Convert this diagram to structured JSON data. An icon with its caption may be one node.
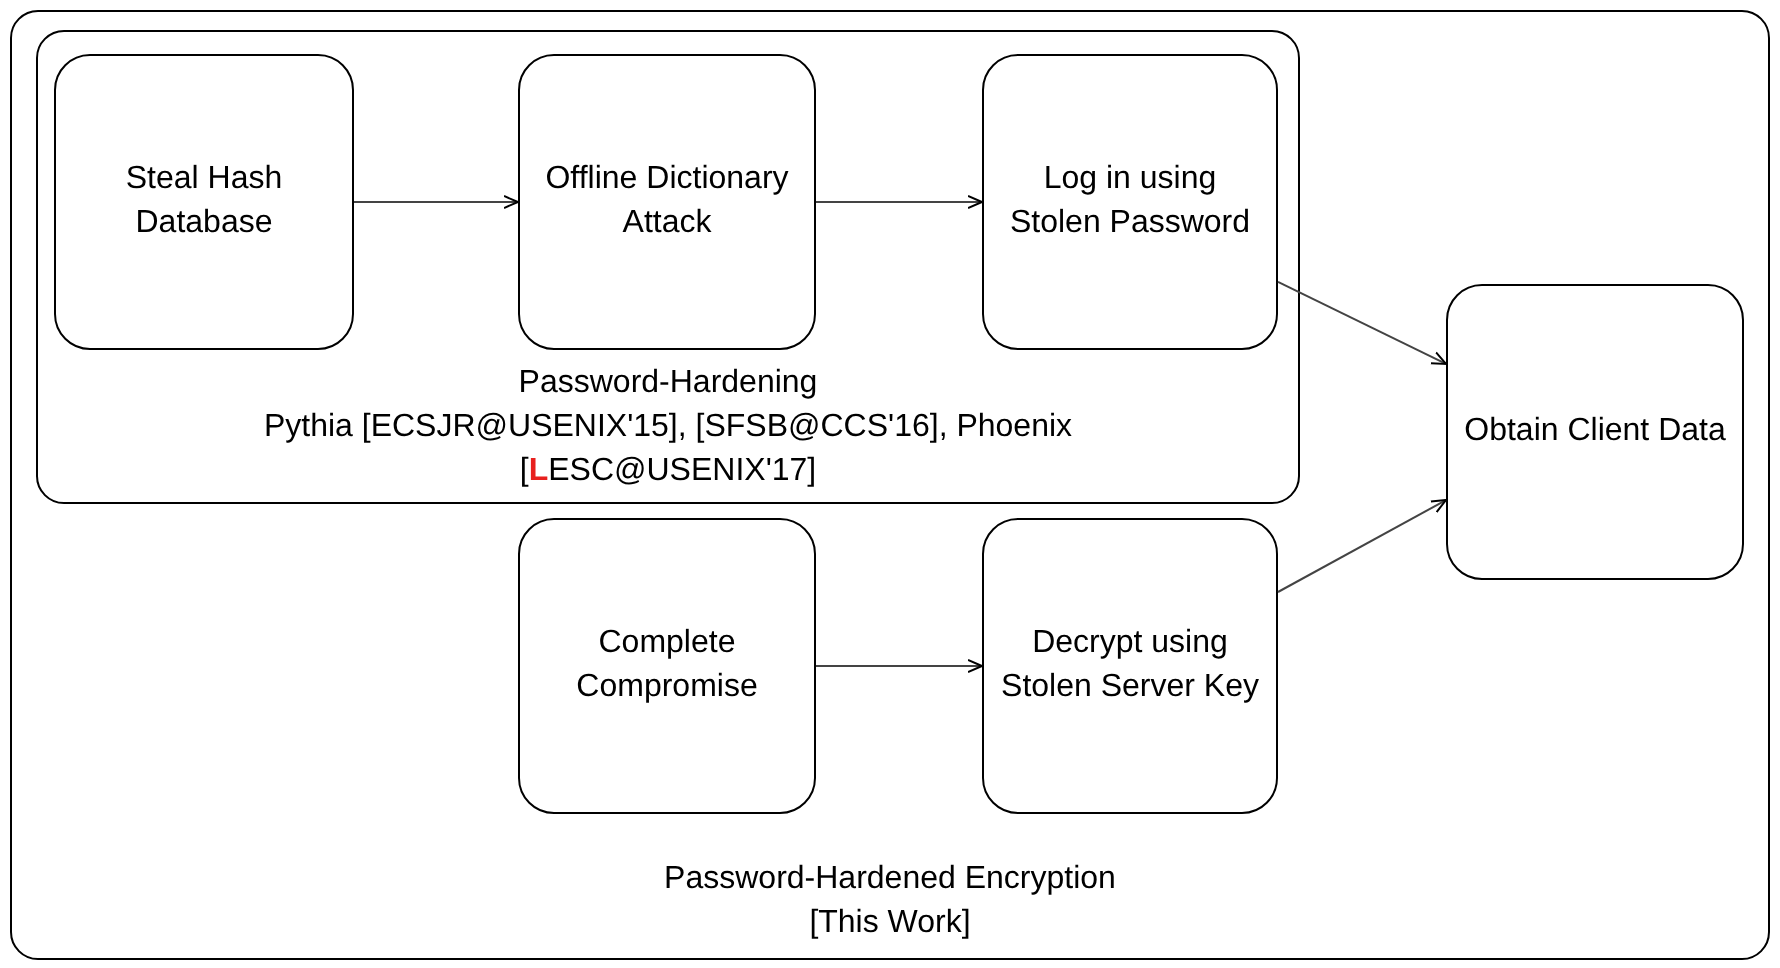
{
  "diagram": {
    "nodes": [
      {
        "text": [
          "Password-Hardened Encryption [This Work]"
        ]
      },
      {
        "text": [
          "Password-Hardening",
          "Pythia [ECSJR@USENIX'15], [SFSB@CCS'16], Phoenix [**L**ESC@USENIX'17]"
        ],
        "in": 0
      },
      {
        "text": [
          "Steal Hash Database"
        ],
        "in": 1
      },
      {
        "text": [
          "Offline Dictionary Attack"
        ],
        "in": 1
      },
      {
        "text": [
          "Log in using Stolen Password"
        ],
        "in": 1
      },
      {
        "text": [
          "Complete Compromise"
        ],
        "in": 0
      },
      {
        "text": [
          "Decrypt using Stolen Server Key"
        ],
        "in": 0
      },
      {
        "text": [
          "Obtain Client Data"
        ],
        "in": 0
      }
    ],
    "edges": [
      {
        "from": 2,
        "to": 3,
        "arrow": "to"
      },
      {
        "from": 3,
        "to": 4,
        "arrow": "to"
      },
      {
        "from": 4,
        "to": 7,
        "arrow": "to"
      },
      {
        "from": 5,
        "to": 6,
        "arrow": "to"
      },
      {
        "from": 6,
        "to": 7,
        "arrow": "to"
      }
    ]
  }
}
